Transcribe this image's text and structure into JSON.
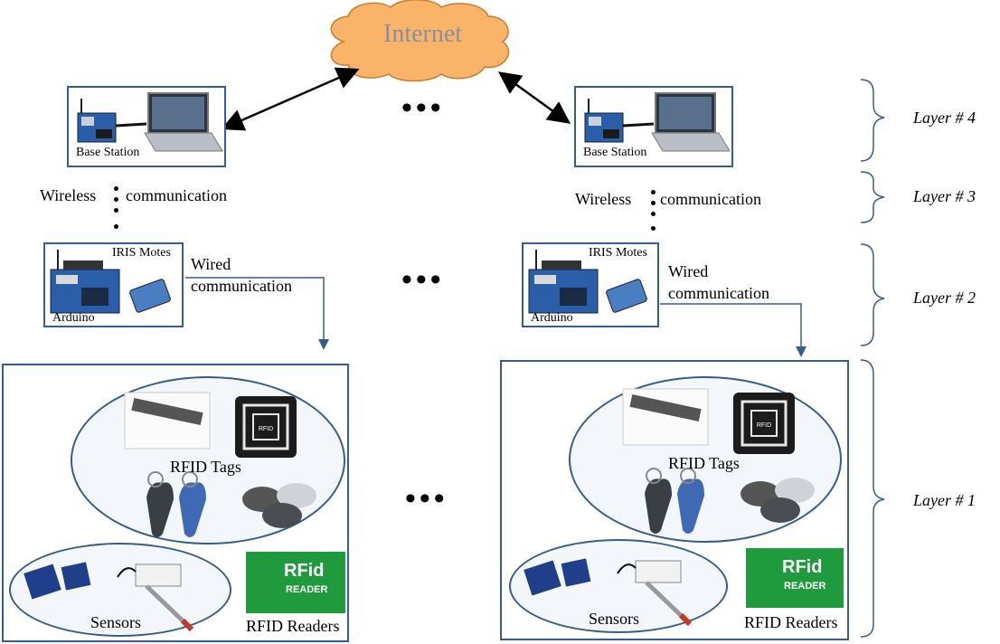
{
  "internet": {
    "label": "Internet"
  },
  "ellipsis": {
    "top": "•••",
    "middle": "•••",
    "bottom": "•••"
  },
  "groups": [
    {
      "base_station": "Base Station",
      "wireless": "Wireless",
      "communication": "communication",
      "iris_motes": "IRIS Motes",
      "arduino": "Arduino",
      "wired": "Wired",
      "wired_communication": "communication",
      "rfid_tags": "RFID Tags",
      "sensors": "Sensors",
      "rfid_readers": "RFID Readers",
      "reader_logo_main": "RFid",
      "reader_logo_sub": "READER",
      "tag_chip": "RFID"
    },
    {
      "base_station": "Base Station",
      "wireless": "Wireless",
      "communication": "communication",
      "iris_motes": "IRIS Motes",
      "arduino": "Arduino",
      "wired": "Wired",
      "wired_communication": "communication",
      "rfid_tags": "RFID Tags",
      "sensors": "Sensors",
      "rfid_readers": "RFID Readers",
      "reader_logo_main": "RFid",
      "reader_logo_sub": "READER",
      "tag_chip": "RFID"
    }
  ],
  "layers": [
    "Layer # 4",
    "Layer # 3",
    "Layer # 2",
    "Layer # 1"
  ],
  "colors": {
    "box_border": "#385d8a",
    "cloud_fill": "#f9b46a",
    "cloud_text": "#8a8f99",
    "reader_green": "#1f9a3c",
    "arduino_blue": "#2a5ea8"
  }
}
